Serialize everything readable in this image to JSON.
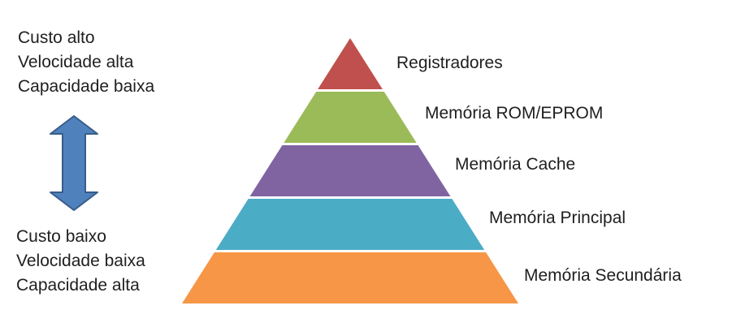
{
  "left_panel": {
    "top_lines": [
      "Custo alto",
      "Velocidade alta",
      "Capacidade baixa"
    ],
    "bottom_lines": [
      "Custo baixo",
      "Velocidade baixa",
      "Capacidade alta"
    ],
    "arrow": {
      "direction": "vertical-double-headed",
      "fill": "#4F81BD",
      "stroke": "#385D8A"
    }
  },
  "chart_data": {
    "type": "pyramid",
    "orientation": "apex-top",
    "levels": [
      {
        "rank": 1,
        "label": "Registradores",
        "color": "#C0504D"
      },
      {
        "rank": 2,
        "label": "Memória ROM/EPROM",
        "color": "#9BBB59"
      },
      {
        "rank": 3,
        "label": "Memória Cache",
        "color": "#8064A2"
      },
      {
        "rank": 4,
        "label": "Memória Principal",
        "color": "#4BACC6"
      },
      {
        "rank": 5,
        "label": "Memória Secundária",
        "color": "#F79646"
      }
    ],
    "gap_color": "#FFFFFF",
    "legend_position": "right-of-each-level"
  }
}
